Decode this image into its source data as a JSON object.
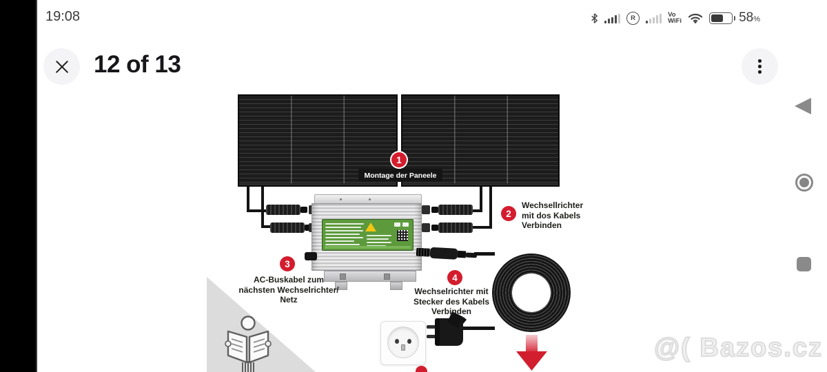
{
  "status_bar": {
    "time": "19:08",
    "roaming": "R",
    "vowifi_top": "Vo",
    "vowifi_bottom": "WiFi",
    "battery_percent": "58",
    "percent_sign": "%"
  },
  "header": {
    "title": "12 of 13"
  },
  "diagram": {
    "step1": {
      "num": "1",
      "label": "Montage der Paneele"
    },
    "step2": {
      "num": "2",
      "l1": "Wechsellrichter",
      "l2": "mit dos Kabels",
      "l3": "Verbinden"
    },
    "step3": {
      "num": "3",
      "l1": "AC-Buskabel zum",
      "l2": "nächsten Wechselrichter/",
      "l3": "Netz"
    },
    "step4": {
      "num": "4",
      "l1": "Wechselrichter mit",
      "l2": "Stecker des Kabels",
      "l3": "Verbinden"
    }
  },
  "watermark": {
    "text": "@( Bazos.cz"
  },
  "colors": {
    "accent_red": "#d31d2e",
    "nav_gray": "#8a8a8a",
    "panel_black": "#1a1a1a",
    "label_green": "#5d9a3c"
  }
}
